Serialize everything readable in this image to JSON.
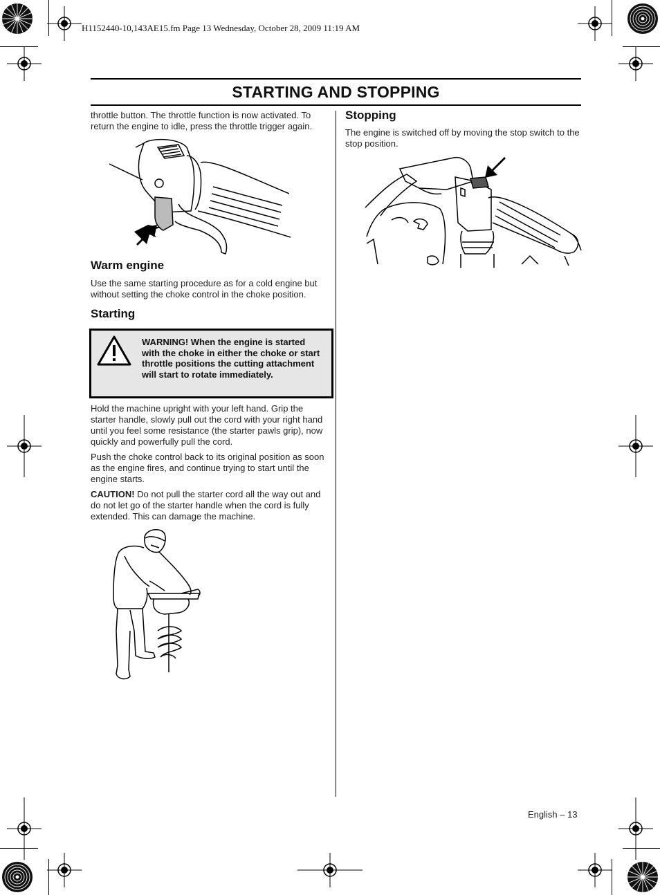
{
  "file_header": "H1152440-10,143AE15.fm  Page 13  Wednesday, October 28, 2009  11:19 AM",
  "title": "STARTING AND STOPPING",
  "left_column": {
    "intro_text": "throttle button. The throttle function is now activated. To return the engine to idle, press the throttle trigger again.",
    "warm_engine": {
      "heading": "Warm engine",
      "text": "Use the same starting procedure as for a cold engine but without setting the choke control in the choke position."
    },
    "starting": {
      "heading": "Starting",
      "warning": "WARNING! When the engine is started with the choke in either the choke or start throttle positions the cutting attachment will start to rotate immediately.",
      "para1": "Hold the machine upright with your left hand. Grip the starter handle, slowly pull out the cord with your right hand until you feel some resistance (the starter pawls grip), now quickly and powerfully pull the cord.",
      "para2": "Push the choke control back to its original position as soon as the engine fires, and continue trying to start until the engine starts.",
      "caution_label": "CAUTION!",
      "caution_text": " Do not pull the starter cord all the way out and do not let go of the starter handle when the cord is fully extended. This can damage the machine."
    }
  },
  "right_column": {
    "stopping": {
      "heading": "Stopping",
      "text": "The engine is switched off by moving the stop switch to the stop position."
    }
  },
  "footer": "English – 13",
  "icons": {
    "warning": "warning-triangle-icon",
    "registration": "registration-mark-icon",
    "calibration": "calibration-wheel-icon",
    "arrow": "arrow-icon"
  }
}
